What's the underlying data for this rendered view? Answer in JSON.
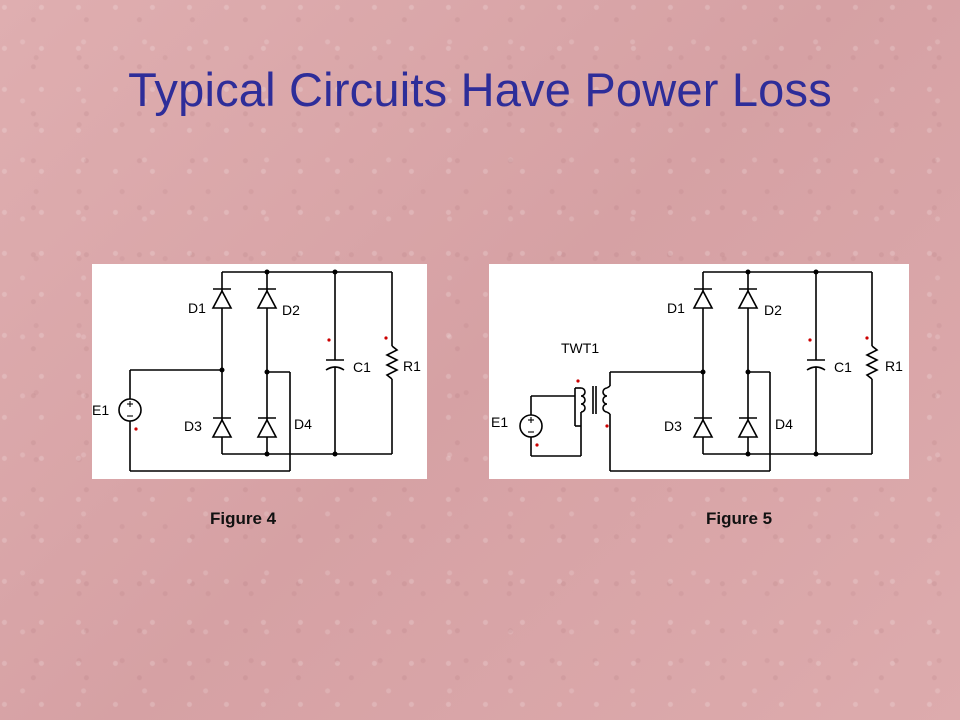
{
  "slide": {
    "title": "Typical Circuits Have Power Loss"
  },
  "figure4": {
    "caption": "Figure 4",
    "labels": {
      "D1": "D1",
      "D2": "D2",
      "D3": "D3",
      "D4": "D4",
      "C1": "C1",
      "R1": "R1",
      "E1": "E1"
    }
  },
  "figure5": {
    "caption": "Figure 5",
    "labels": {
      "D1": "D1",
      "D2": "D2",
      "D3": "D3",
      "D4": "D4",
      "C1": "C1",
      "R1": "R1",
      "E1": "E1",
      "TWT1": "TWT1"
    }
  },
  "colors": {
    "title": "#2e2d99",
    "wire": "#000000",
    "node_marker": "#cc0000",
    "panel": "#ffffff"
  }
}
